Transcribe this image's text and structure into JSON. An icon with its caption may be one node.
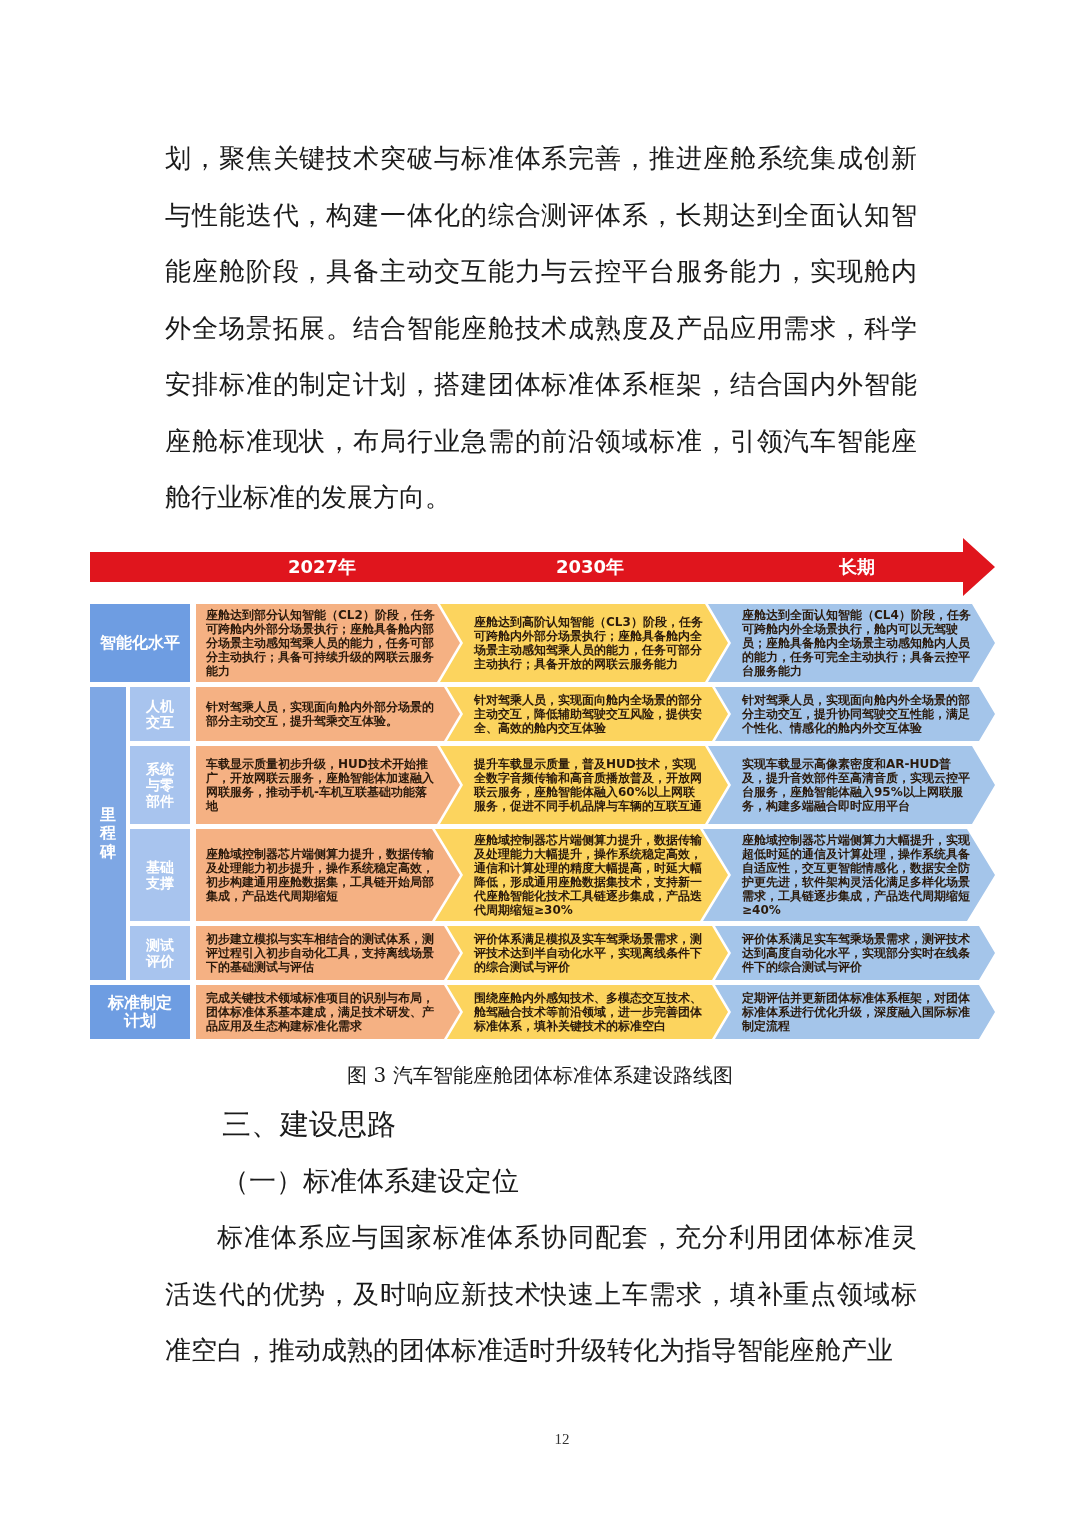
{
  "diagram": {
    "caption": "图 3 汽车智能座舱团体标准体系建设路线图",
    "nodes": [
      {
        "text": [
          "2027年",
          "2030年",
          "长期"
        ]
      },
      {
        "text": [
          "智能化水平"
        ]
      },
      {
        "text": [
          "座舱达到部分认知智能（CL2）阶段，任务可跨舱内外部分场景执行；座舱具备舱内部分场景主动感知驾乘人员的能力，任务可部分主动执行；具备可持续升级的网联云服务能力"
        ]
      },
      {
        "text": [
          "座舱达到高阶认知智能（CL3）阶段，任务可跨舱内外部分场景执行；座舱具备舱内全场景主动感知驾乘人员的能力，任务可部分主动执行；具备开放的网联云服务能力"
        ]
      },
      {
        "text": [
          "座舱达到全面认知智能（CL4）阶段，任务可跨舱内外全场景执行，舱内可以无驾驶员；座舱具备舱内全场景主动感知舱内人员的能力，任务可完全主动执行；具备云控平台服务能力"
        ]
      },
      {
        "text": [
          "里程碑"
        ]
      },
      {
        "text": [
          "人机交互"
        ]
      },
      {
        "text": [
          "针对驾乘人员，实现面向舱内外部分场景的部分主动交互，提升驾乘交互体验。"
        ]
      },
      {
        "text": [
          "针对驾乘人员，实现面向舱内全场景的部分主动交互，降低辅助驾驶交互风险，提供安全、高效的舱内交互体验"
        ]
      },
      {
        "text": [
          "针对驾乘人员，实现面向舱内外全场景的部分主动交互，提升协同驾驶交互性能，满足个性化、情感化的舱内外交互体验"
        ]
      },
      {
        "text": [
          "系统与零部件"
        ]
      },
      {
        "text": [
          "车载显示质量初步升级，HUD技术开始推广，开放网联云服务，座舱智能体加速融入网联服务，推动手机-车机互联基础功能落地"
        ]
      },
      {
        "text": [
          "提升车载显示质量，普及HUD技术，实现全数字音频传输和高音质播放普及，开放网联云服务，座舱智能体融入60%以上网联服务，促进不同手机品牌与车辆的互联互通"
        ]
      },
      {
        "text": [
          "实现车载显示高像素密度和AR-HUD普及，提升音效部件至高清音质，实现云控平台服务，座舱智能体融入95%以上网联服务，构建多端融合即时应用平台"
        ]
      },
      {
        "text": [
          "基础支撑"
        ]
      },
      {
        "text": [
          "座舱域控制器芯片端侧算力提升，数据传输及处理能力初步提升，操作系统稳定高效，初步构建通用座舱数据集，工具链开始局部集成，产品迭代周期缩短"
        ]
      },
      {
        "text": [
          "座舱域控制器芯片端侧算力提升，数据传输及处理能力大幅提升，操作系统稳定高效，通信和计算处理的精度大幅提高，时延大幅降低，形成通用座舱数据集技术，支持新一代座舱智能化技术工具链逐步集成，产品迭代周期缩短≥30%"
        ]
      },
      {
        "text": [
          "座舱域控制器芯片端侧算力大幅提升，实现超低时延的通信及计算处理，操作系统具备自适应性，交互更智能情感化，数据安全防护更先进，软件架构灵活化满足多样化场景需求，工具链逐步集成，产品迭代周期缩短≥40%"
        ]
      },
      {
        "text": [
          "测试评价"
        ]
      },
      {
        "text": [
          "初步建立模拟与实车相结合的测试体系，测评过程引入初步自动化工具，支持离线场景下的基础测试与评估"
        ]
      },
      {
        "text": [
          "评价体系满足模拟及实车驾乘场景需求，测评技术达到半自动化水平，实现离线条件下的综合测试与评价"
        ]
      },
      {
        "text": [
          "评价体系满足实车驾乘场景需求，测评技术达到高度自动化水平，实现部分实时在线条件下的综合测试与评价"
        ]
      },
      {
        "text": [
          "标准制定计划"
        ]
      },
      {
        "text": [
          "完成关键技术领域标准项目的识别与布局，团体标准体系基本建成，满足技术研发、产品应用及生态构建标准化需求"
        ]
      },
      {
        "text": [
          "围绕座舱内外感知技术、多模态交互技术、舱驾融合技术等前沿领域，进一步完善团体标准体系，填补关键技术的标准空白"
        ]
      },
      {
        "text": [
          "定期评估并更新团体标准体系框架，对团体标准体系进行优化升级，深度融入国际标准制定流程"
        ]
      }
    ],
    "labels": [
      "划，聚焦关键技术突破与标准体系完善，推进座舱系统集成创新与性能迭代，构建一体化的综合测评体系，长期达到全面认知智能座舱阶段，具备主动交互能力与云控平台服务能力，实现舱内外全场景拓展。结合智能座舱技术成熟度及产品应用需求，科学安排标准的制定计划，搭建团体标准体系框架，结合国内外智能座舱标准现状，布局行业急需的前沿领域标准，引领汽车智能座舱行业标准的发展方向。",
      "三、建设思路",
      "（一）标准体系建设定位",
      "标准体系应与国家标准体系协同配套，充分利用团体标准灵活迭代的优势，及时响应新技术快速上车需求，填补重点领域标准空白，推动成熟的团体标准适时升级转化为指导智能座舱产业",
      "12"
    ]
  }
}
